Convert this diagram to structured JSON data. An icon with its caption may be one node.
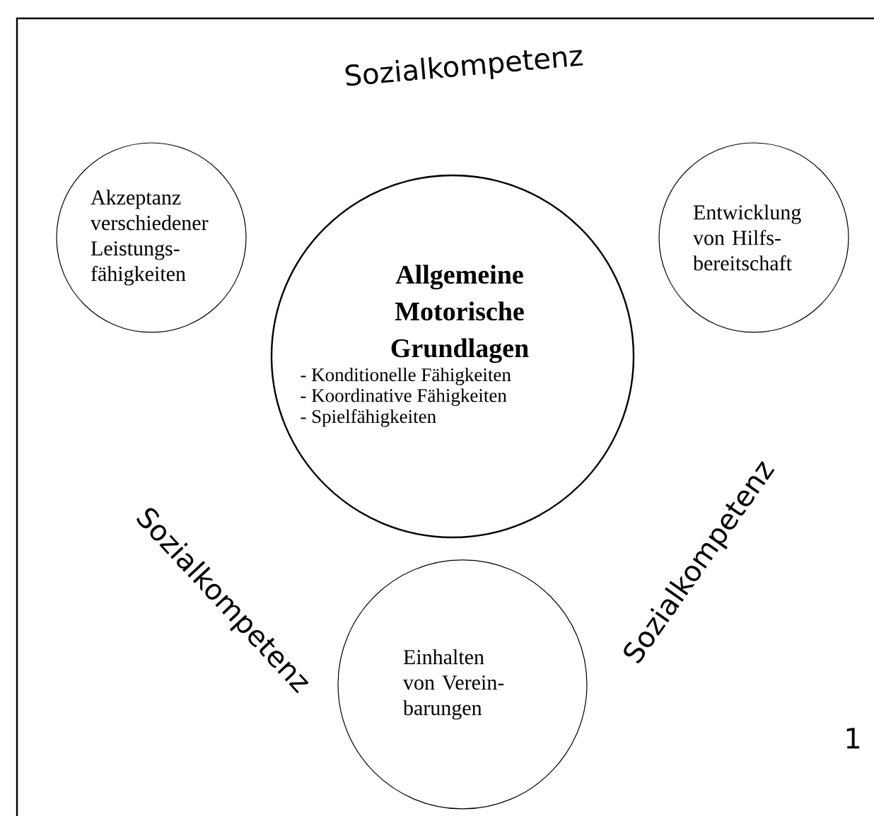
{
  "diagram": {
    "nodes": [
      {
        "text": [
          "Akzeptanz verschiedener Leistungs- fähigkeiten"
        ]
      },
      {
        "text": [
          "Allgemeine Motorische Grundlagen",
          "- Konditionelle Fähigkeiten",
          "- Koordinative Fähigkeiten",
          "- Spielfähigkeiten"
        ]
      },
      {
        "text": [
          "Entwicklung von Hilfs- bereitschaft"
        ]
      },
      {
        "text": [
          "Einhalten von Verein- barungen"
        ]
      }
    ],
    "edges": [],
    "labels": [
      "Sozialkompetenz",
      "Sozialkompetenz",
      "Sozialkompetenz",
      "1"
    ]
  }
}
